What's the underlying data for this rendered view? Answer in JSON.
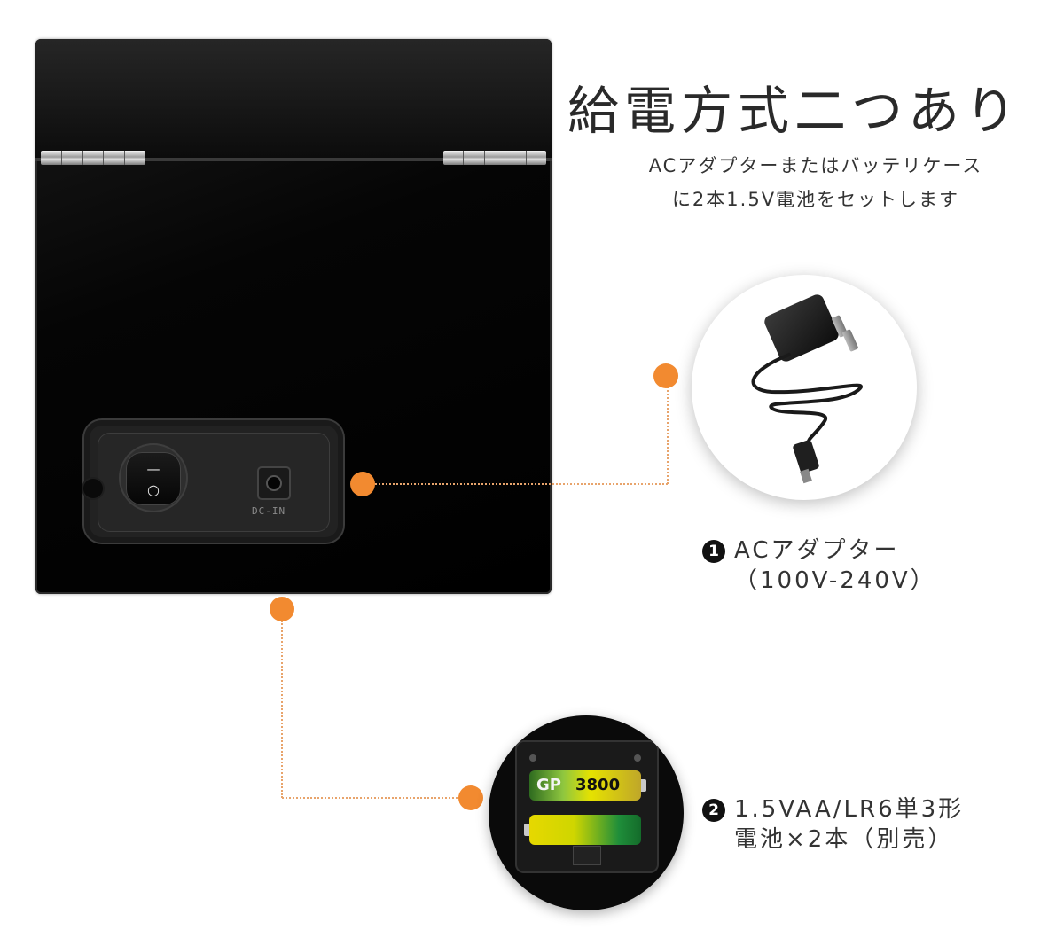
{
  "title": "給電方式二つあり",
  "subtitle": {
    "line1": "ACアダプターまたはバッテリケース",
    "line2": "に2本1.5V電池をセットします"
  },
  "panel": {
    "switch_on": "—",
    "switch_off": "○",
    "dc_label": "DC-IN"
  },
  "battery": {
    "brand": "GP",
    "capacity": "3800"
  },
  "options": [
    {
      "number": "1",
      "line1": "ACアダプター",
      "line2": "（100V-240V）"
    },
    {
      "number": "2",
      "line1": "1.5VAA/LR6単3形",
      "line2": "電池×2本（別売）"
    }
  ],
  "colors": {
    "accent": "#f28a30",
    "connector": "#e8a46c",
    "box": "#000000"
  }
}
